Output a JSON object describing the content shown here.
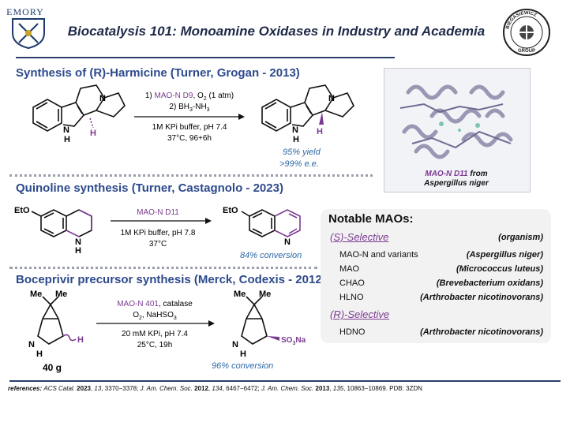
{
  "header": {
    "logo_left": "EMORY",
    "title": "Biocatalysis 101: Monoamine Oxidases in Industry and Academia",
    "logo_right": "BIEGASIEWICZ GROUP"
  },
  "section1": {
    "title": "Synthesis of (R)-Harmicine (Turner, Grogan - 2013)",
    "enzyme": "MAO-N D9",
    "step1_prefix": "1) ",
    "step1_suffix": ", O",
    "step1_o2_sub": "2",
    "step1_rest": " (1 atm)",
    "step2_prefix": "2) BH",
    "step2_sub1": "3",
    "step2_mid": "-NH",
    "step2_sub2": "3",
    "cond1": "1M KPi buffer, pH 7.4",
    "cond2": "37°C, 96+6h",
    "yield": "95% yield",
    "ee": ">99% e.e.",
    "atoms": {
      "N": "N",
      "H": "H"
    }
  },
  "protein": {
    "caption_line1": "MAO-N D11",
    "caption_line1_rest": " from",
    "caption_line2": "Aspergillus niger"
  },
  "section2": {
    "title": "Quinoline synthesis (Turner, Castagnolo - 2023)",
    "enzyme": "MAO-N D11",
    "cond1": "1M KPi buffer, pH 7.8",
    "cond2": "37°C",
    "result": "84% conversion",
    "substituent": "EtO",
    "atoms": {
      "N": "N",
      "H": "H"
    }
  },
  "section3": {
    "title": "Boceprivir precursor synthesis (Merck, Codexis - 2012)",
    "enzyme": "MAO-N 401",
    "reagent1_rest": ", catalase",
    "reagent2_o": "O",
    "reagent2_sub": "2",
    "reagent2_rest": ", NaHSO",
    "reagent2_sub2": "3",
    "cond1": "20 mM KPi, pH 7.4",
    "cond2": "25°C, 19h",
    "scale": "40 g",
    "result": "96% conversion",
    "me": "Me",
    "so3na": "SO",
    "so3na_sub": "3",
    "so3na_na": "Na",
    "atoms": {
      "N": "N",
      "H": "H"
    }
  },
  "maos": {
    "title": "Notable MAOs:",
    "s_header": "(S)-Selective",
    "org_header": "(organism)",
    "s_rows": [
      {
        "name": "MAO-N and variants",
        "organism": "(Aspergillus niger)"
      },
      {
        "name": "MAO",
        "organism": "(Micrococcus luteus)"
      },
      {
        "name": "CHAO",
        "organism": "(Brevebacterium oxidans)"
      },
      {
        "name": "HLNO",
        "organism": "(Arthrobacter nicotinovorans)"
      }
    ],
    "r_header": "(R)-Selective",
    "r_rows": [
      {
        "name": "HDNO",
        "organism": "(Arthrobacter nicotinovorans)"
      }
    ]
  },
  "references": {
    "label": "references: ",
    "j1": "ACS Catal.",
    "y1": "2023",
    "v1": "13",
    "p1": ", 3370−3378; ",
    "j2": "J. Am. Chem. Soc.",
    "y2": "2012",
    "v2": "134",
    "p2": ", 6467−6472; ",
    "j3": "J. Am. Chem. Soc.",
    "y3": "2013",
    "v3": "135",
    "p3": ", 10863−10869. PDB: 3ZDN"
  },
  "colors": {
    "title_blue": "#2d4a8c",
    "purple": "#7b3a91",
    "result_blue": "#2f6aa7",
    "rule": "#2b3f6e"
  }
}
